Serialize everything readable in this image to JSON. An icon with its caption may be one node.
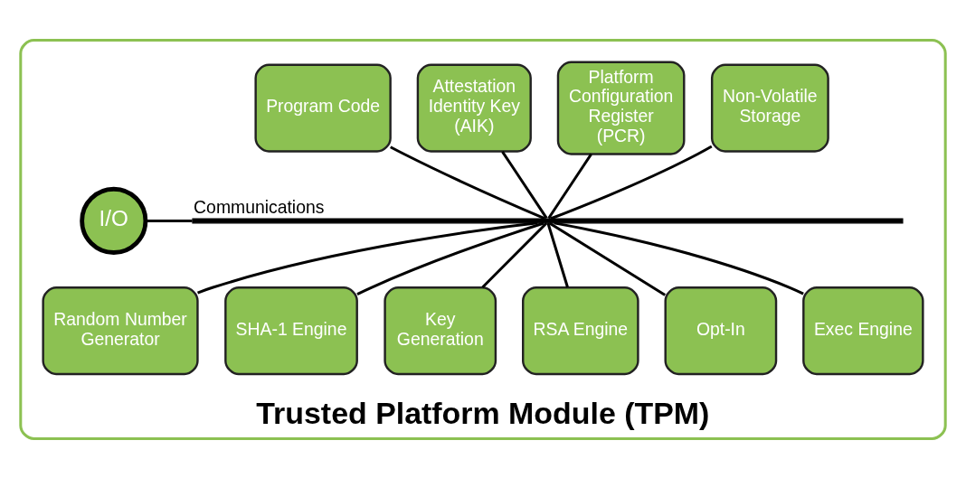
{
  "diagram": {
    "nodes": [
      {
        "text": [
          "Trusted Platform Module (TPM)"
        ]
      },
      {
        "text": [
          "Non-Volatile Storage"
        ],
        "in": 0
      },
      {
        "text": [
          "Platform Configuration Register (PCR)"
        ],
        "in": 0
      },
      {
        "text": [
          "Attestation Identity Key (AIK)"
        ],
        "in": 0
      },
      {
        "text": [
          "Program Code"
        ],
        "in": 0
      },
      {
        "text": [
          "I/O"
        ],
        "in": 0
      },
      {
        "text": [],
        "shape": "bar",
        "beside": [
          "Communications"
        ],
        "in": 0
      },
      {
        "text": [
          "Random Number Generator"
        ],
        "in": 0
      },
      {
        "text": [
          "SHA-1 Engine"
        ],
        "in": 0
      },
      {
        "text": [
          "Key Generation"
        ],
        "in": 0
      },
      {
        "text": [
          "RSA Engine"
        ],
        "in": 0
      },
      {
        "text": [
          "Opt-In"
        ],
        "in": 0
      },
      {
        "text": [
          "Exec Engine"
        ],
        "in": 0
      }
    ],
    "edges": [
      {
        "from": 1,
        "to": 6,
        "arrow": "none"
      },
      {
        "from": 2,
        "to": 6,
        "arrow": "none"
      },
      {
        "from": 3,
        "to": 6,
        "arrow": "none"
      },
      {
        "from": 4,
        "to": 6,
        "arrow": "none"
      },
      {
        "from": 5,
        "to": 6,
        "arrow": "none"
      },
      {
        "from": 6,
        "to": 7,
        "arrow": "none"
      },
      {
        "from": 6,
        "to": 8,
        "arrow": "none"
      },
      {
        "from": 6,
        "to": 9,
        "arrow": "none"
      },
      {
        "from": 6,
        "to": 10,
        "arrow": "none"
      },
      {
        "from": 6,
        "to": 11,
        "arrow": "none"
      },
      {
        "from": 6,
        "to": 12,
        "arrow": "none"
      }
    ]
  }
}
